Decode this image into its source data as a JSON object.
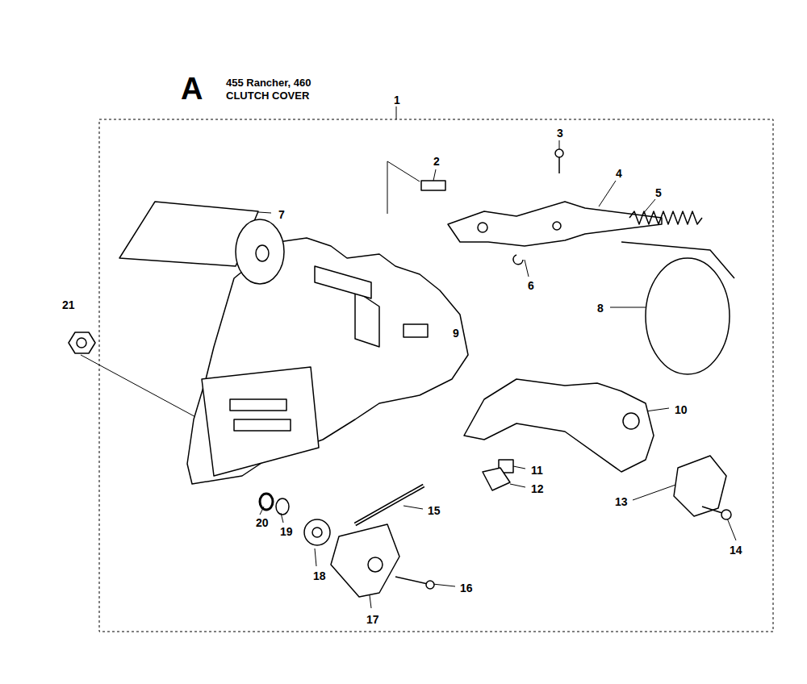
{
  "diagram": {
    "title": "455 Rancher, 460 CLUTCH COVER",
    "labels": [
      "A",
      "1",
      "2",
      "3",
      "4",
      "5",
      "6",
      "7",
      "8",
      "9",
      "10",
      "11",
      "12",
      "13",
      "14",
      "15",
      "16",
      "17",
      "18",
      "19",
      "20",
      "21"
    ]
  }
}
